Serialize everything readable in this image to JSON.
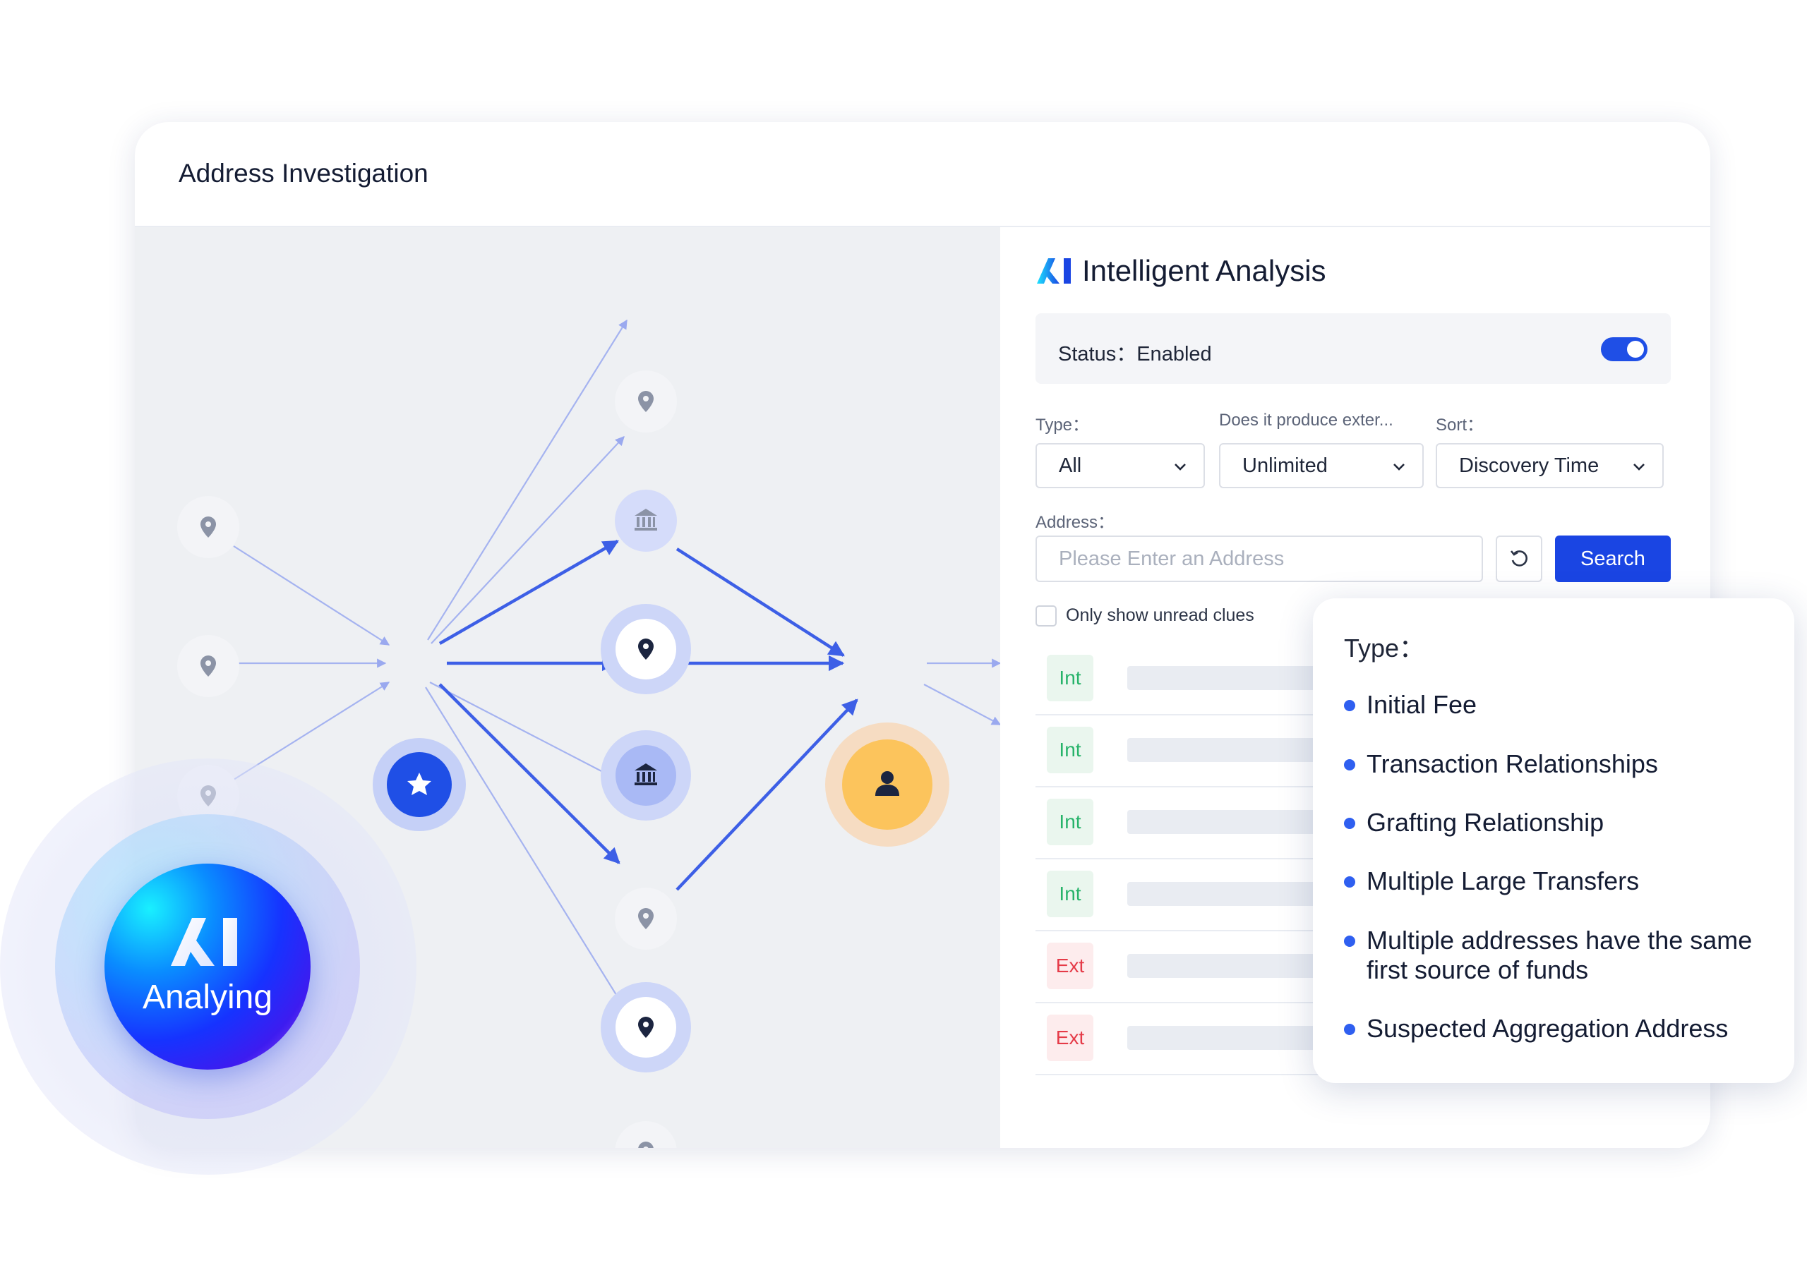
{
  "header": {
    "title": "Address Investigation"
  },
  "panel": {
    "title": "Intelligent Analysis",
    "status": {
      "label": "Status：",
      "value": "Enabled",
      "toggle_on": true
    },
    "filters": {
      "type_label": "Type：",
      "type_value": "All",
      "external_label": "Does it produce exter...",
      "external_value": "Unlimited",
      "sort_label": "Sort：",
      "sort_value": "Discovery Time"
    },
    "address": {
      "label": "Address：",
      "placeholder": "Please Enter an Address",
      "search_label": "Search"
    },
    "unread_only_label": "Only show unread clues",
    "clues": [
      {
        "tag": "Int"
      },
      {
        "tag": "Int"
      },
      {
        "tag": "Int"
      },
      {
        "tag": "Int"
      },
      {
        "tag": "Ext"
      },
      {
        "tag": "Ext"
      }
    ]
  },
  "type_popup": {
    "title": "Type：",
    "items": [
      "Initial Fee",
      "Transaction Relationships",
      "Grafting Relationship",
      "Multiple Large Transfers",
      "Multiple addresses have the same first source of funds",
      "Suspected Aggregation Address"
    ]
  },
  "analyzing": {
    "label": "Analying"
  },
  "colors": {
    "accent": "#1a45e3",
    "int_tag": "#27b36a",
    "ext_tag": "#e53b48",
    "target_node": "#fcc45c",
    "center_node": "#1f4fe6"
  }
}
